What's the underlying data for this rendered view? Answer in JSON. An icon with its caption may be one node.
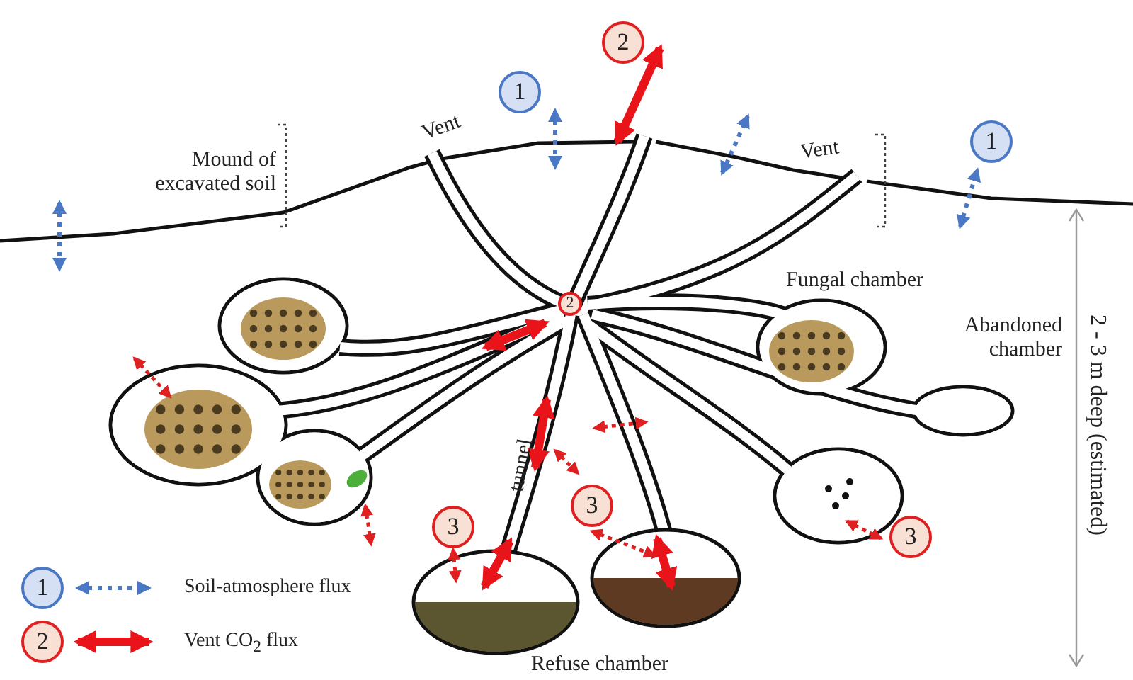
{
  "diagram": {
    "nodes": [
      {
        "text": [],
        "shape": "picture"
      },
      {
        "text": [],
        "shape": "picture"
      }
    ],
    "labels": [
      "2",
      "1",
      "Vent",
      "Mound of excavated soil",
      "Vent",
      "1",
      "Fungal chamber",
      "2",
      "Abandoned chamber",
      "2 - 3 m deep (estimated)",
      "tunnel",
      "3",
      "3",
      "3",
      "1",
      "2",
      "Refuse chamber"
    ],
    "legend": [
      {
        "text": "Soil-atmosphere flux"
      },
      {
        "text": "Vent CO$_{2}$ flux"
      }
    ]
  }
}
